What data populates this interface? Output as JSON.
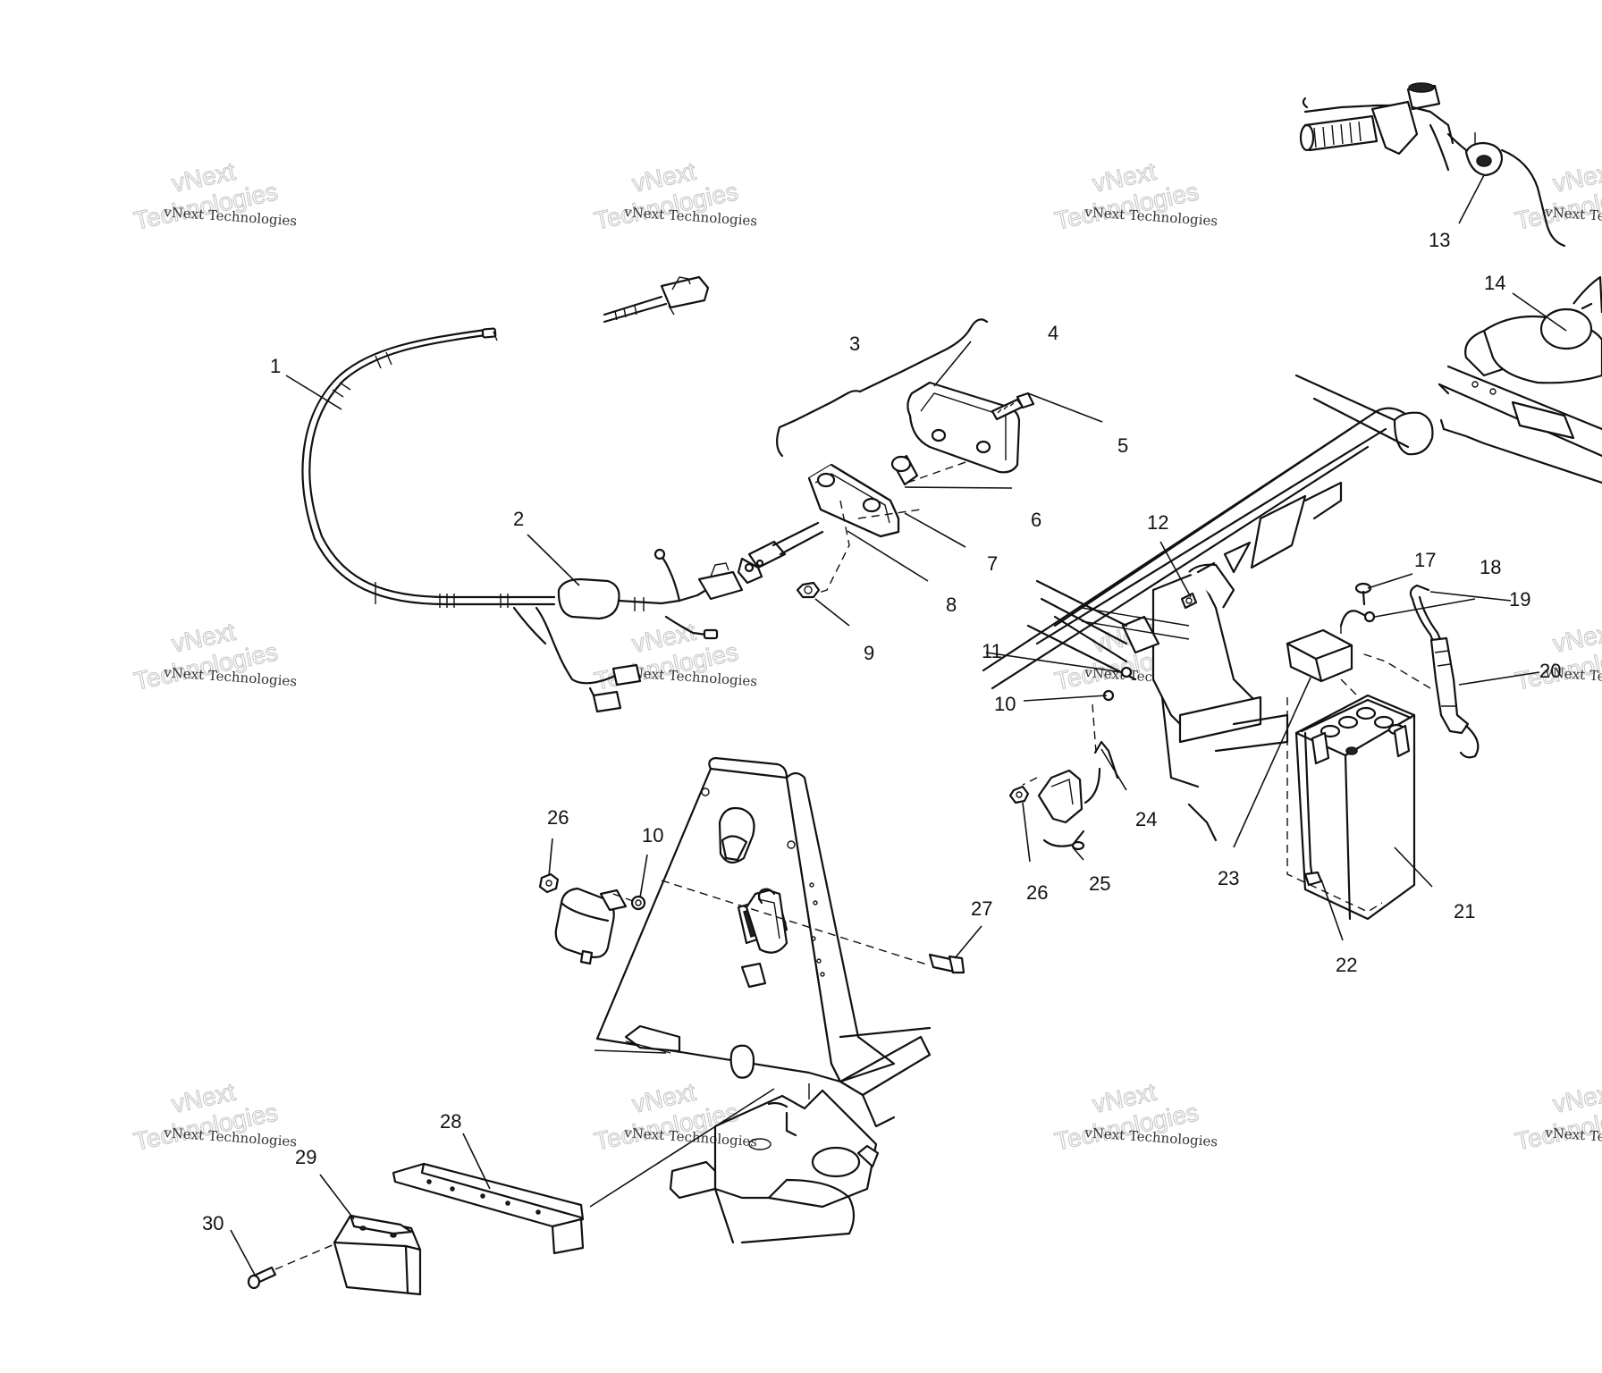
{
  "diagram": {
    "callouts": [
      "1",
      "2",
      "3",
      "4",
      "5",
      "6",
      "7",
      "8",
      "9",
      "10",
      "11",
      "12",
      "13",
      "14",
      "17",
      "18",
      "19",
      "20",
      "21",
      "22",
      "23",
      "24",
      "25",
      "26",
      "27",
      "28",
      "29",
      "30"
    ],
    "callout_10_second": "10",
    "callout_26_second": "26"
  },
  "watermark": {
    "line_small": "vNext Technologies",
    "line_big_1": "vNext",
    "line_big_2": "Technologies"
  }
}
